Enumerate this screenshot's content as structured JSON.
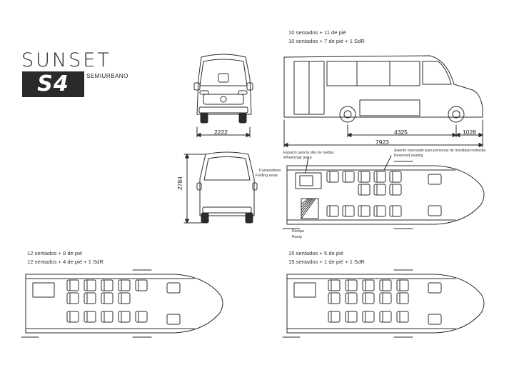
{
  "brand": {
    "name": "SUNSET",
    "model": "S4",
    "subtitle": "SEMIURBANO"
  },
  "configs": {
    "top": {
      "line1": "10 sentados + 11 de pié",
      "line2": "10 sentados + 7 de pié + 1 SdR"
    },
    "bottom_left": {
      "line1": "12 sentados + 8 de pié",
      "line2": "12 sentados + 4 de pié + 1 SdR"
    },
    "bottom_right": {
      "line1": "15 sentados + 5 de pié",
      "line2": "15 sentados + 1 de pié + 1 SdR"
    }
  },
  "dimensions": {
    "width": "2222",
    "wheelbase": "4325",
    "rear_overhang": "1028",
    "length": "7923",
    "height": "2784"
  },
  "annotations": {
    "wheelchair_es": "Espacio para la silla de ruedas",
    "wheelchair_en": "Wheelchair place",
    "reserved_es": "Asiento reservado para personas de movilidad reducida",
    "reserved_en": "Reserved seating",
    "folding_es": "Transportines",
    "folding_en": "Folding seats",
    "ramp_es": "Rampa",
    "ramp_en": "Ramp"
  }
}
